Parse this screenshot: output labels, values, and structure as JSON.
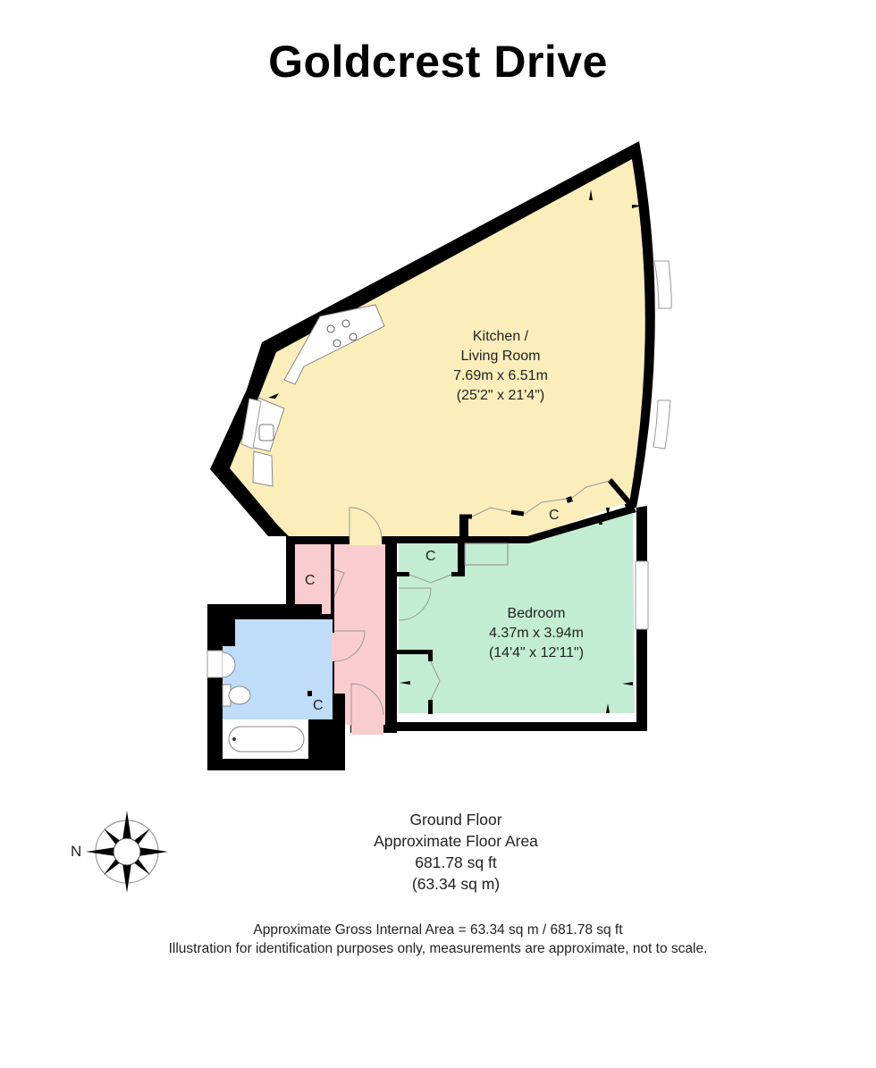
{
  "title": "Goldcrest Drive",
  "colors": {
    "kitchen_living": "#fbeebb",
    "bedroom": "#c2edd2",
    "hallway": "#f9cdd0",
    "bathroom": "#bfdcf9",
    "walls": "#000000",
    "background": "#ffffff"
  },
  "rooms": {
    "kitchen_living": {
      "name_line1": "Kitchen /",
      "name_line2": "Living Room",
      "metric": "7.69m x 6.51m",
      "imperial": "(25'2\" x 21'4\")"
    },
    "bedroom": {
      "name": "Bedroom",
      "metric": "4.37m x 3.94m",
      "imperial": "(14'4\" x 12'11\")"
    },
    "cupboards": {
      "hall": "C",
      "bathroom": "C",
      "bedroom": "C",
      "kitchen": "C"
    }
  },
  "floor_info": {
    "floor_name": "Ground Floor",
    "area_label": "Approximate Floor Area",
    "area_sqft": "681.78 sq ft",
    "area_sqm": "(63.34 sq m)"
  },
  "compass": {
    "north_label": "N"
  },
  "footer": {
    "gross_area": "Approximate Gross Internal Area = 63.34 sq m / 681.78 sq ft",
    "disclaimer": "Illustration for identification purposes only, measurements are approximate, not to scale."
  }
}
